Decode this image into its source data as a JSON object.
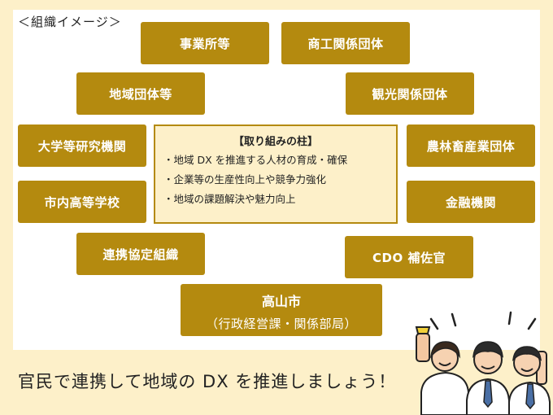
{
  "title": "＜組織イメージ＞",
  "organizations": {
    "business": "事業所等",
    "commerce": "商工関係団体",
    "regional": "地域団体等",
    "tourism": "観光関係団体",
    "university": "大学等研究機関",
    "agriculture": "農林畜産業団体",
    "schools": "市内高等学校",
    "finance": "金融機関",
    "partnership": "連携協定組織",
    "cdo": "CDO 補佐官"
  },
  "pillars": {
    "title": "【取り組みの柱】",
    "items": [
      "・地域 DX を推進する人材の育成・確保",
      "・企業等の生産性向上や競争力強化",
      "・地域の課題解決や魅力向上"
    ]
  },
  "city": {
    "name": "高山市",
    "sub": "（行政経営課・関係部局）"
  },
  "footer": "官民で連携して地域の DX を推進しましょう！",
  "colors": {
    "accent": "#b48a0f",
    "background": "#fdf0c9",
    "panel": "#ffffff"
  }
}
